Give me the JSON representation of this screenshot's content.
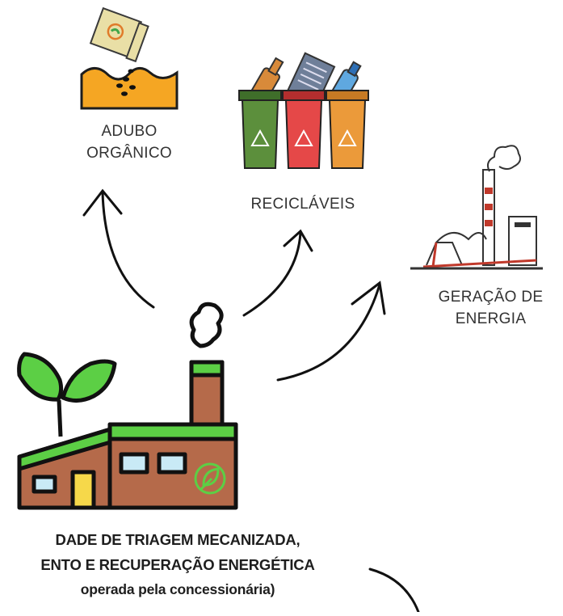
{
  "nodes": {
    "compost": {
      "lines": [
        "ADUBO",
        "ORGÂNICO"
      ],
      "icon": "compost-soil-icon"
    },
    "recyclables": {
      "lines": [
        "RECICLÁVEIS"
      ],
      "icon": "recycling-bins-icon"
    },
    "energy": {
      "lines": [
        "GERAÇÃO DE",
        "ENERGIA"
      ],
      "icon": "power-plant-icon"
    }
  },
  "facility": {
    "icon": "eco-factory-icon",
    "caption_lines": [
      "DADE DE TRIAGEM MECANIZADA,",
      "ENTO E RECUPERAÇÃO ENERGÉTICA",
      "operada pela concessionária)"
    ]
  },
  "colors": {
    "leaf_green": "#5ccf45",
    "brick": "#b56a4a",
    "orange_soil": "#f5a623",
    "bin_green": "#5c8f3c",
    "bin_red": "#e54848",
    "bin_orange": "#eb9a3a",
    "plant_red": "#c0392b",
    "outline": "#111111"
  }
}
